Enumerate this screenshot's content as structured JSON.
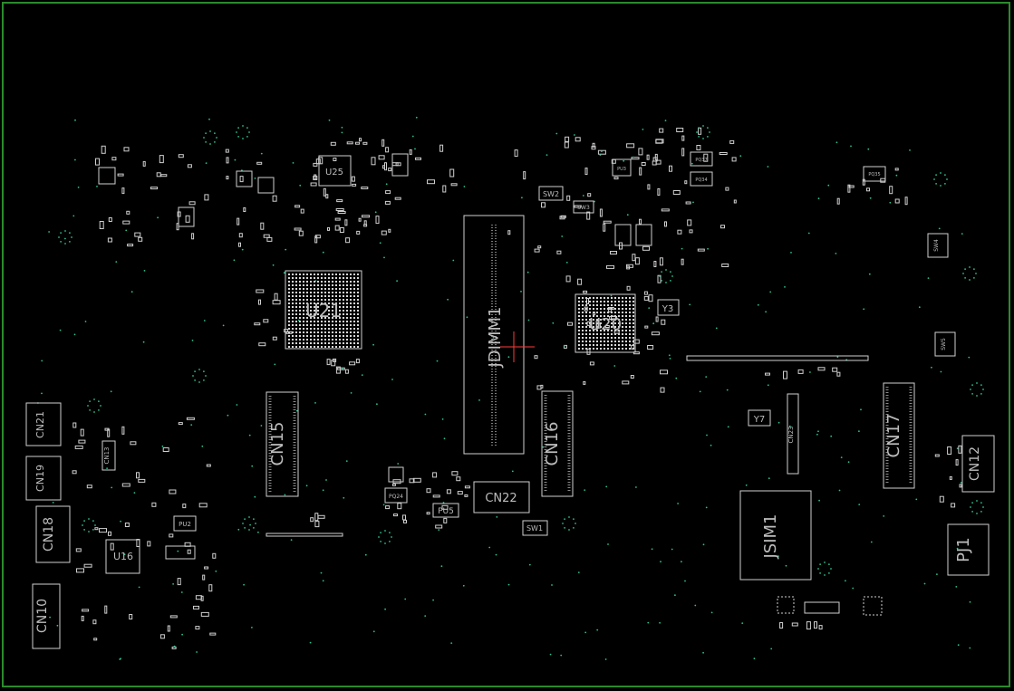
{
  "colors": {
    "background": "#000000",
    "outline": "#2b8a2b",
    "component": "#cfcfcf",
    "label": "#bdbdbd",
    "via": "#2fbf8f",
    "cursor": "#ff3b3b"
  },
  "components": {
    "U25": "U25",
    "U21": "U21",
    "U20": "U20",
    "U16": "U16",
    "JDIMM1": "JDIMM1",
    "JSIM1": "JSIM1",
    "CN15": "CN15",
    "CN16": "CN16",
    "CN17": "CN17",
    "CN10": "CN10",
    "CN12": "CN12",
    "CN18": "CN18",
    "CN19": "CN19",
    "CN21": "CN21",
    "CN22": "CN22",
    "CN13": "CN13",
    "CN23": "CN23",
    "PJ1": "PJ1",
    "SW1": "SW1",
    "SW2": "SW2",
    "SW3": "SW3",
    "SW4": "SW4",
    "SW5": "SW5",
    "Y3": "Y3",
    "Y7": "Y7",
    "PQ24": "PQ24",
    "PU5": "PU5",
    "PU2": "PU2",
    "PQ37": "PQ37",
    "PQ34": "PQ34",
    "PQ35": "PQ35",
    "PU3": "PU3"
  }
}
